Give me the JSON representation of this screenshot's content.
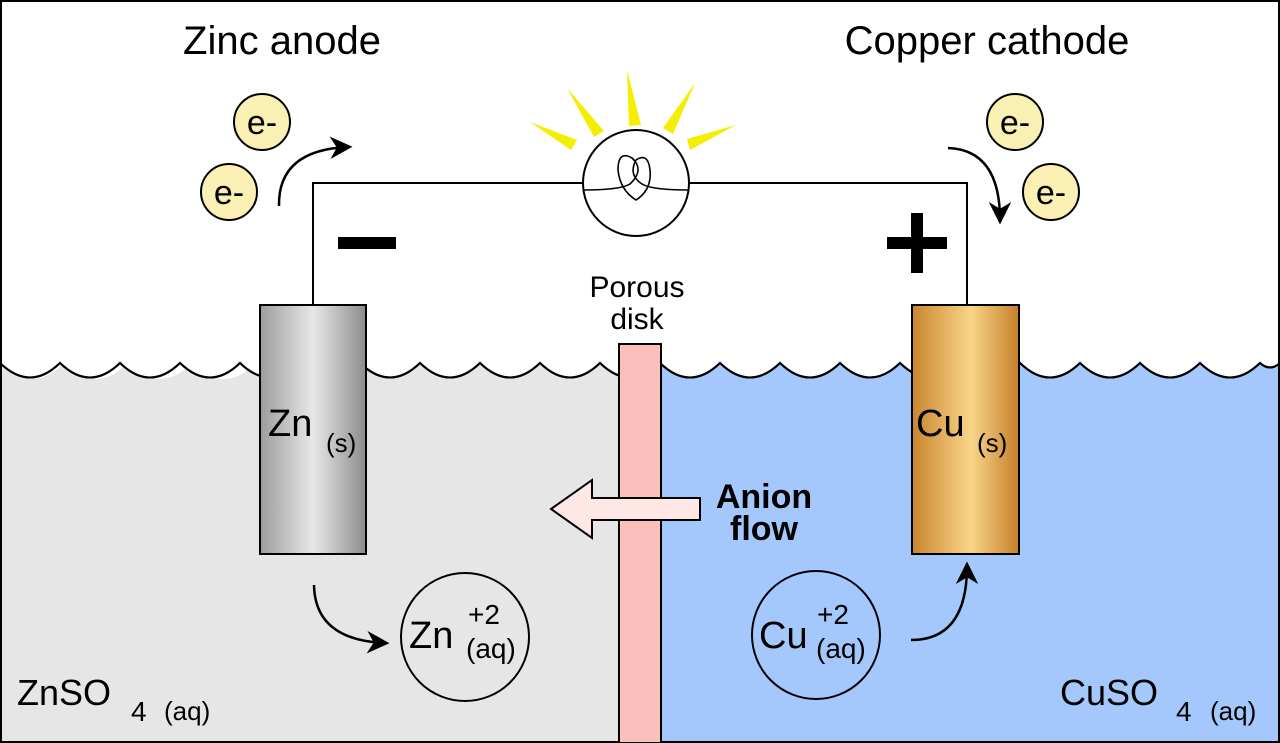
{
  "title_left": "Zinc anode",
  "title_right": "Copper cathode",
  "electron_label": "e-",
  "minus_sign": "−",
  "plus_sign": "+",
  "disk_label": [
    "Porous",
    "disk"
  ],
  "anion_label": [
    "Anion",
    "flow"
  ],
  "zinc_electrode": {
    "symbol": "Zn",
    "state": "(s)"
  },
  "copper_electrode": {
    "symbol": "Cu",
    "state": "(s)"
  },
  "zinc_ion": {
    "symbol": "Zn",
    "charge": "+2",
    "state": "(aq)"
  },
  "copper_ion": {
    "symbol": "Cu",
    "charge": "+2",
    "state": "(aq)"
  },
  "left_solution": {
    "formula": "ZnSO",
    "sub": "4",
    "state": "(aq)"
  },
  "right_solution": {
    "formula": "CuSO",
    "sub": "4",
    "state": "(aq)"
  },
  "colors": {
    "left_solution": "#e6e6e6",
    "right_solution": "#a4c8fb",
    "porous_disk": "#fbbfbc",
    "electron_fill": "#fbf0b3",
    "bulb_rays": "#f4ee02",
    "anion_arrow_fill": "#fde8e6"
  },
  "icons": [
    "light-bulb-icon",
    "electron-icon",
    "curved-arrow-icon",
    "anion-flow-arrow-icon"
  ]
}
